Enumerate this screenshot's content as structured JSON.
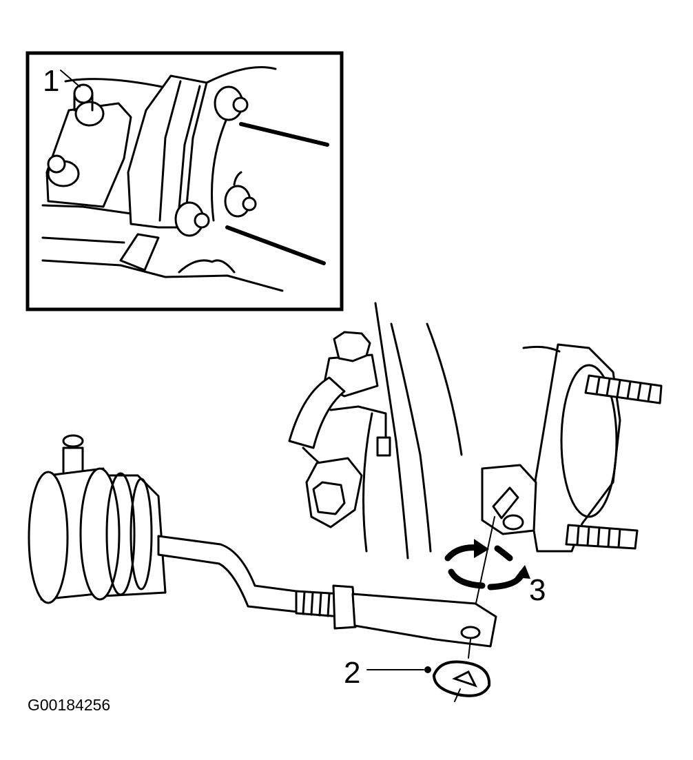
{
  "callouts": {
    "c1": "1",
    "c2": "2",
    "c3": "3"
  },
  "figure_id": "G00184256"
}
